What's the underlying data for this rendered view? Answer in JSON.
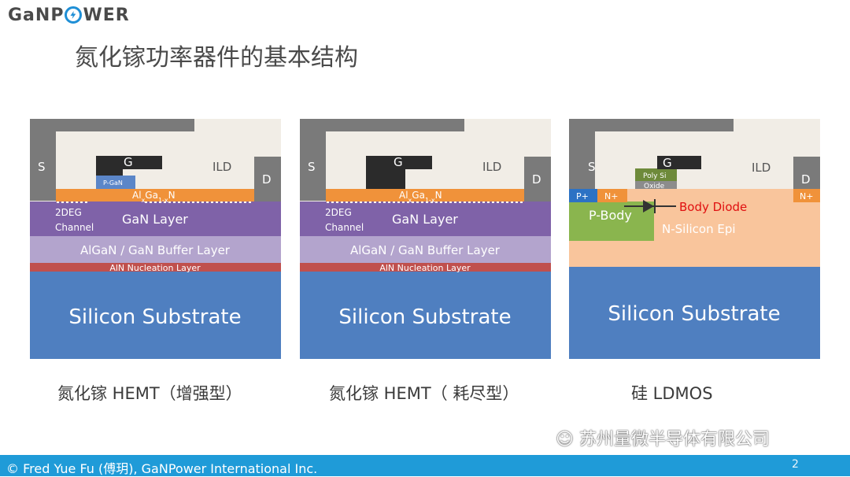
{
  "brand": {
    "logo_text_left": "GaNP",
    "logo_text_right": "WER"
  },
  "title": "氮化镓功率器件的基本结构",
  "panels": [
    {
      "caption": "氮化镓 HEMT（增强型）",
      "labels": {
        "s": "S",
        "d": "D",
        "g": "G",
        "ild": "ILD",
        "pgan": "P-GaN",
        "algan": "AlxGa1-xN",
        "twodeg1": "2DEG",
        "twodeg2": "Channel",
        "gan": "GaN Layer",
        "buffer": "AlGaN / GaN Buffer Layer",
        "nucleation": "AlN Nucleation Layer",
        "substrate": "Silicon Substrate"
      }
    },
    {
      "caption": "氮化镓 HEMT（ 耗尽型）",
      "labels": {
        "s": "S",
        "d": "D",
        "g": "G",
        "ild": "ILD",
        "algan": "AlxGa1-xN",
        "twodeg1": "2DEG",
        "twodeg2": "Channel",
        "gan": "GaN Layer",
        "buffer": "AlGaN / GaN Buffer Layer",
        "nucleation": "AlN Nucleation Layer",
        "substrate": "Silicon Substrate"
      }
    },
    {
      "caption": "硅 LDMOS",
      "labels": {
        "s": "S",
        "d": "D",
        "g": "G",
        "ild": "ILD",
        "polysi": "Poly Si",
        "oxide": "Oxide",
        "pplus": "P+",
        "nplus": "N+",
        "nplus_d": "N+",
        "pbody": "P-Body",
        "body_diode": "Body Diode",
        "epi": "N-Silicon Epi",
        "substrate": "Silicon Substrate"
      }
    }
  ],
  "watermark": "苏州量微半导体有限公司",
  "footer": "© Fred Yue Fu (傅玥), GaNPower International Inc.",
  "page_number": "2",
  "colors": {
    "contact_grey": "#7a7a7a",
    "gate_black": "#2b2b2b",
    "ild_bg": "#f1ede6",
    "algan_orange": "#f0923a",
    "gan_purple": "#7f62a8",
    "buffer_lavender": "#b3a4cd",
    "nucleation_red": "#c0504d",
    "substrate_blue": "#4f7fc0",
    "epi_peach": "#f9c59c",
    "pbody_green": "#8ab54e",
    "footer_blue": "#1f9bd8",
    "diode_red": "#e01010"
  }
}
